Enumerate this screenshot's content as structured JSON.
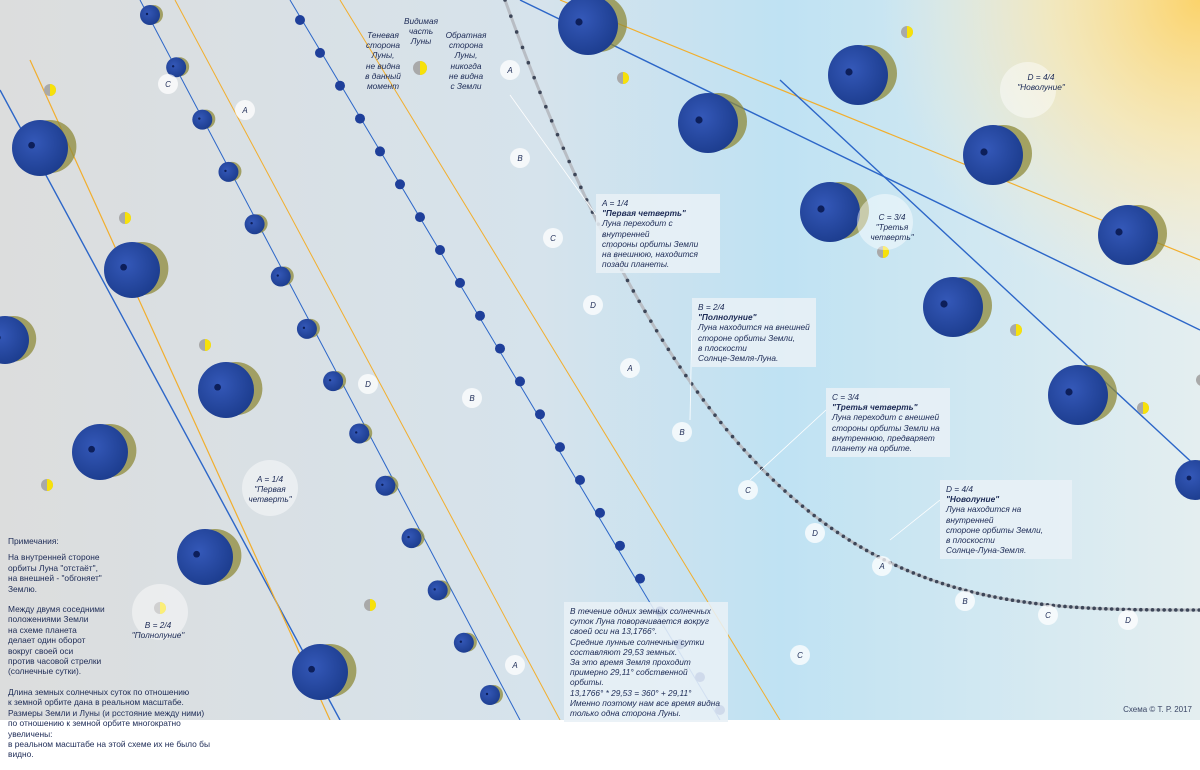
{
  "colors": {
    "earth_blue": "#1f3f9a",
    "moon_yellow": "#f7e10a",
    "track_blue": "#2c66c8",
    "track_orange": "#f2ae2c",
    "sun_glow": "#fbd36b",
    "shadow_olive": "#8d8a3a"
  },
  "legend": {
    "shadow_side": "Теневая\nсторона\nЛуны,\nне видна\nв данный\nмомент",
    "visible_part": "Видимая\nчасть\nЛуны",
    "far_side": "Обратная\nсторона\nЛуны,\nникогда\nне видна\nс Земли"
  },
  "phase_labels": {
    "A": "A",
    "B": "B",
    "C": "C",
    "D": "D"
  },
  "phase_marks": {
    "first_quarter": "A = 1/4\n\"Первая\nчетверть\"",
    "full_moon": "B = 2/4\n\"Полнолуние\"",
    "third_quarter": "C = 3/4\n\"Третья\nчетверть\"",
    "new_moon": "D = 4/4\n\"Новолуние\""
  },
  "callouts": {
    "a": {
      "title": "A = 1/4",
      "name": "\"Первая четверть\"",
      "text": "Луна переходит с внутренней\nстороны орбиты Земли\nна внешнюю, находится\nпозади планеты."
    },
    "b": {
      "title": "B = 2/4",
      "name": "\"Полнолуние\"",
      "text": "Луна находится на внешней\nстороне орбиты Земли,\nв плоскости\nСолнце-Земля-Луна."
    },
    "c": {
      "title": "C = 3/4",
      "name": "\"Третья четверть\"",
      "text": "Луна переходит с внешней\nстороны орбиты Земли на\nвнутреннюю, предваряет\nпланету на орбите."
    },
    "d": {
      "title": "D = 4/4",
      "name": "\"Новолуние\"",
      "text": "Луна находится на внутренней\nстороне орбиты Земли,\nв плоскости\nСолнце-Луна-Земля."
    },
    "rotation": {
      "text": "В течение одних земных солнечных\nсуток Луна поворачивается вокруг\nсвоей оси на 13,1766°.\nСредние лунные солнечные сутки\nсоставляют 29,53 земных.\nЗа это время Земля проходит\nпримерно 29,11° собственной орбиты.\n13,1766° * 29,53 = 360° + 29,11°\nИменно поэтому нам все время видна\nтолько одна сторона Луны."
    }
  },
  "notes": {
    "heading": "Примечания:",
    "p1": "На внутренней стороне\nорбиты Луна \"отстаёт\",\nна внешней - \"обгоняет\"\nЗемлю.",
    "p2": "Между двумя соседними\nположениями Земли\nна схеме планета\nделает один оборот\nвокруг своей оси\nпротив часовой стрелки\n(солнечные сутки).",
    "p3": "Длина земных солнечных суток по отношению\nк земной орбите дана в реальном масштабе.\nРазмеры Земли и Луны (и рсстояние между ними)\nпо отношению к земной орбите многократно увеличены:\nв реальном масштабе на этой схеме их не было бы видно."
  },
  "credit": "Схема © Т. Р. 2017"
}
